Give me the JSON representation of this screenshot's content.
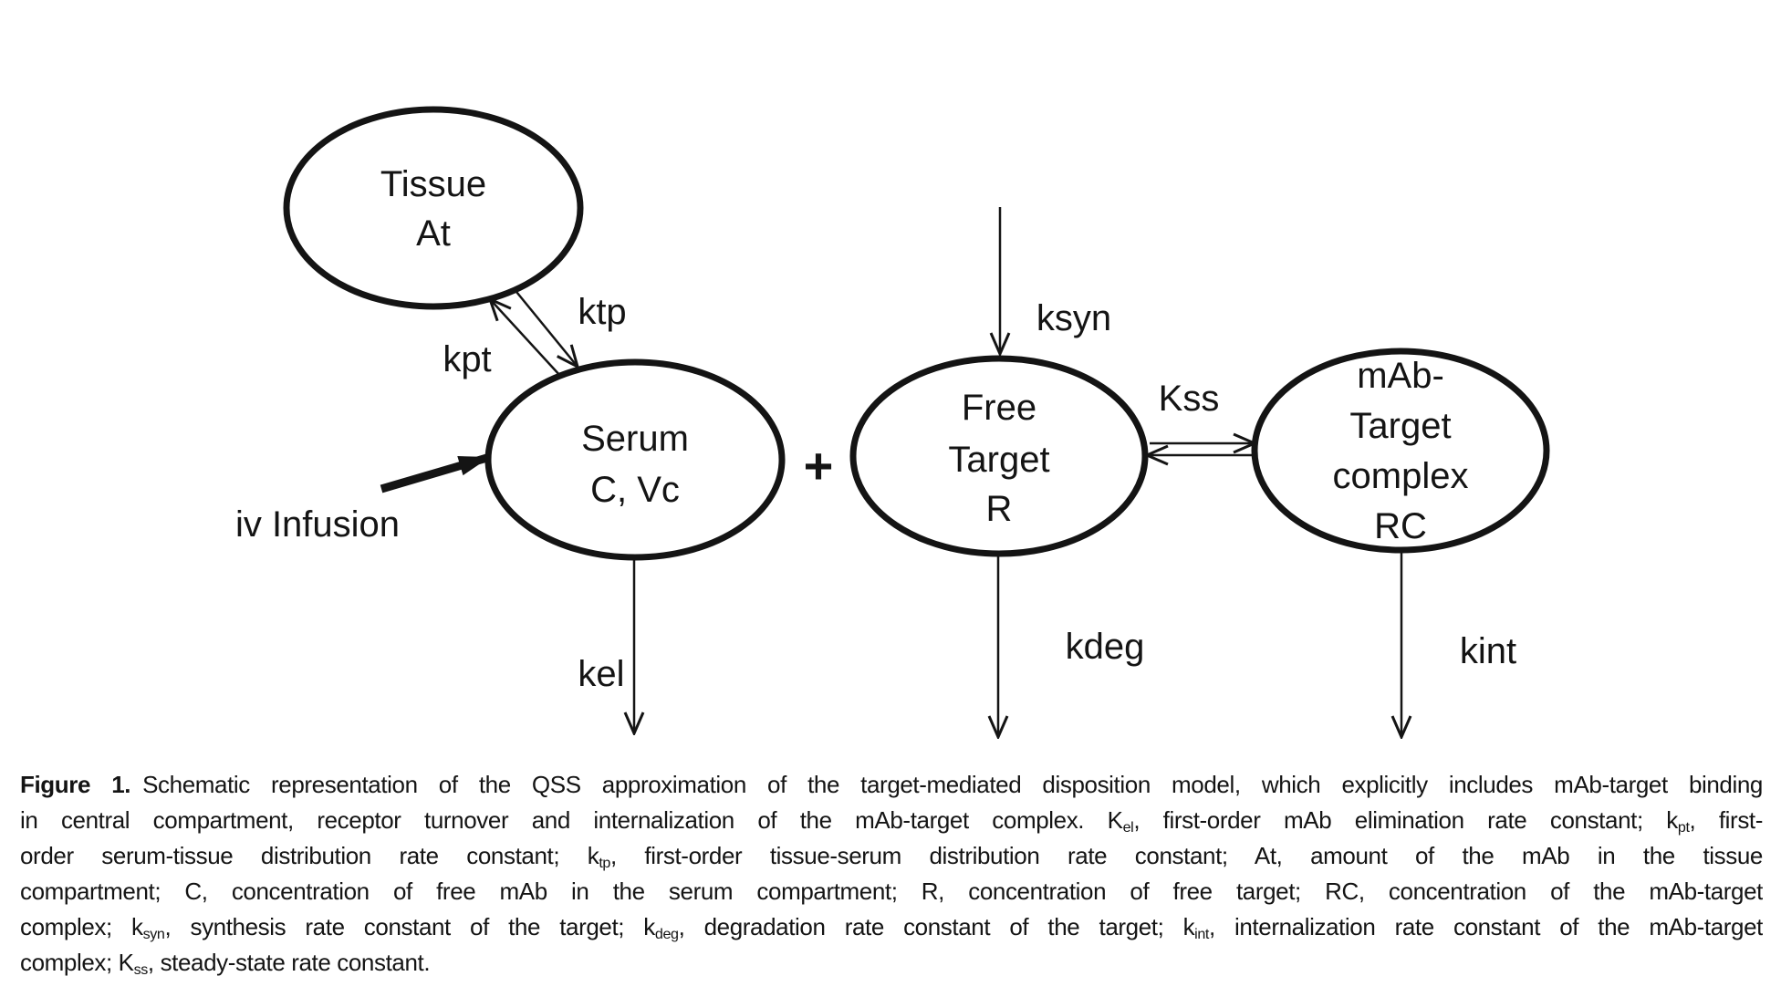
{
  "figure": {
    "compartments": [
      {
        "id": "tissue",
        "line1": "Tissue",
        "line2": "At"
      },
      {
        "id": "serum",
        "line1": "Serum",
        "line2": "C, Vc"
      },
      {
        "id": "free-target",
        "line1": "Free",
        "line2": "Target",
        "line3": "R"
      },
      {
        "id": "mab-target-complex",
        "line1": "mAb-",
        "line2": "Target",
        "line3": "complex",
        "line4": "RC"
      }
    ],
    "operators": {
      "plus": "+"
    },
    "rates": {
      "ktp": "ktp",
      "kpt": "kpt",
      "iv_infusion": "iv Infusion",
      "kel": "kel",
      "ksyn": "ksyn",
      "kdeg": "kdeg",
      "kss": "Kss",
      "kint": "kint"
    }
  },
  "caption": {
    "lines": [
      [
        {
          "t": "Figure 1.",
          "b": 1
        },
        {
          "t": "Schematic representation of the QSS approximation of the target-mediated disposition model, which explicitly includes mAb-target binding"
        }
      ],
      [
        {
          "t": "in central compartment, receptor turnover and internalization of the mAb-target complex. K"
        },
        {
          "t": "el",
          "sub": 1
        },
        {
          "t": ", first-order mAb elimination rate constant; k"
        },
        {
          "t": "pt",
          "sub": 1
        },
        {
          "t": ", first-"
        }
      ],
      [
        {
          "t": "order serum-tissue distribution rate constant; k"
        },
        {
          "t": "tp",
          "sub": 1
        },
        {
          "t": ", first-order tissue-serum distribution rate constant; At, amount of the mAb in the tissue"
        }
      ],
      [
        {
          "t": "compartment; C, concentration of free mAb in the serum compartment; R, concentration of free target; RC, concentration of the mAb-target"
        }
      ],
      [
        {
          "t": "complex; k"
        },
        {
          "t": "syn",
          "sub": 1
        },
        {
          "t": ", synthesis rate constant of the target; k"
        },
        {
          "t": "deg",
          "sub": 1
        },
        {
          "t": ", degradation rate constant of the target; k"
        },
        {
          "t": "int",
          "sub": 1
        },
        {
          "t": ", internalization rate constant of the mAb-target"
        }
      ],
      [
        {
          "t": "complex; K"
        },
        {
          "t": "ss",
          "sub": 1
        },
        {
          "t": ", steady-state rate constant."
        }
      ]
    ]
  },
  "colors": {
    "ink": "#141414",
    "background": "#ffffff"
  }
}
